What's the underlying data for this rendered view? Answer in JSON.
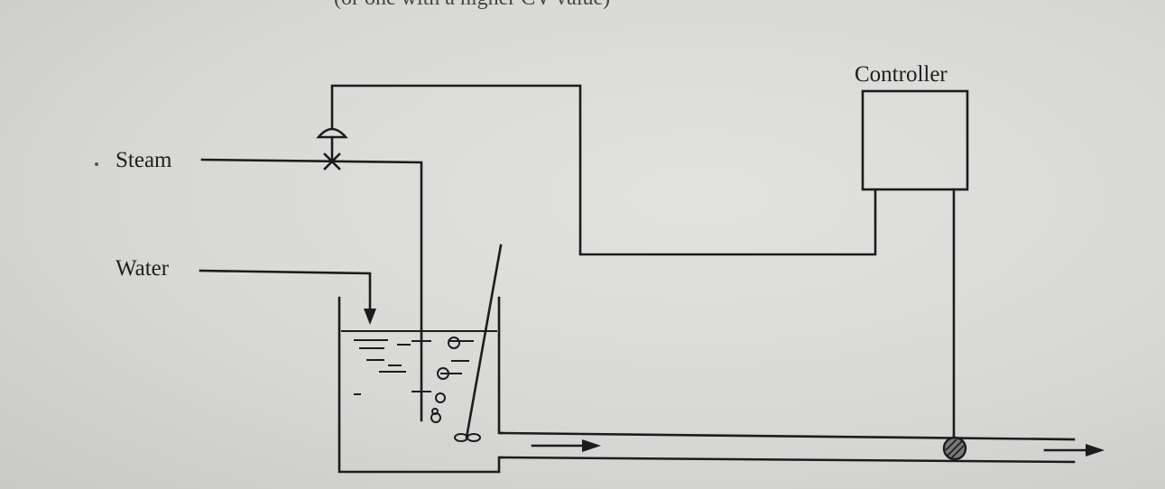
{
  "labels": {
    "steam": "Steam",
    "water": "Water",
    "controller": "Controller",
    "header_fragment": "(or one with a higher CV value)"
  },
  "colors": {
    "background": "#d6d6d4",
    "ink": "#1c1c1c"
  },
  "icons": {
    "control_valve": "pneumatic-valve-icon",
    "temperature_sensor": "sensor-bulb-icon",
    "agitator": "agitator-impeller-icon",
    "flow_arrow": "arrow-right-icon",
    "water_inlet_arrow": "arrow-down-icon"
  }
}
